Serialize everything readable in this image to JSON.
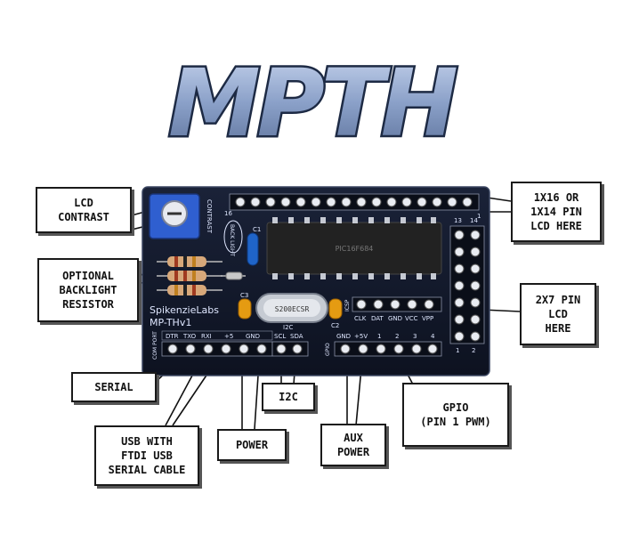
{
  "logo": {
    "text": "MPTH"
  },
  "board": {
    "brand": "SpikenzieLabs",
    "model": "MP-THv1",
    "chip_label": "PIC16F684",
    "crystal_label": "S200ECSR",
    "contrast_label": "CONTRAST",
    "backlight_label": "BACK LIGHT",
    "c1": "C1",
    "c2": "C2",
    "c3": "C3",
    "pin16": "16",
    "pin1": "1",
    "pin13": "13",
    "pin14": "14",
    "pin1b": "1",
    "pin2b": "2",
    "port_labels": [
      "DTR",
      "TXO",
      "RXI",
      "+5",
      "GND"
    ],
    "i2c_pins": [
      "SCL",
      "SDA"
    ],
    "i2c_title": "I2C",
    "gpio_labels": [
      "GND",
      "+5V",
      "1",
      "2",
      "3",
      "4"
    ],
    "gpio_title": "GPIO",
    "com_port": "COM PORT",
    "icsp_labels": [
      "CLK",
      "DAT",
      "GND",
      "VCC",
      "VPP"
    ],
    "icsp_title": "ICSP"
  },
  "callouts": {
    "lcd_contrast": [
      "LCD",
      "CONTRAST"
    ],
    "optional_backlight": [
      "OPTIONAL",
      "BACKLIGHT",
      "RESISTOR"
    ],
    "serial": [
      "SERIAL"
    ],
    "usb_ftdi": [
      "USB WITH",
      "FTDI USB",
      "SERIAL CABLE"
    ],
    "power": [
      "POWER"
    ],
    "i2c": [
      "I2C"
    ],
    "aux_power": [
      "AUX",
      "POWER"
    ],
    "gpio": [
      "GPIO",
      "(PIN 1 PWM)"
    ],
    "lcd_1x16": [
      "1X16 OR",
      "1X14 PIN",
      "LCD HERE"
    ],
    "lcd_2x7": [
      "2X7 PIN",
      "LCD",
      "HERE"
    ]
  },
  "colors": {
    "pcb": "#131a2c",
    "logo_fill": "#8fa3c9",
    "logo_outline": "#1d2a44",
    "pot": "#2f5fd0",
    "chip": "#222",
    "capacitor": "#e59b12"
  }
}
